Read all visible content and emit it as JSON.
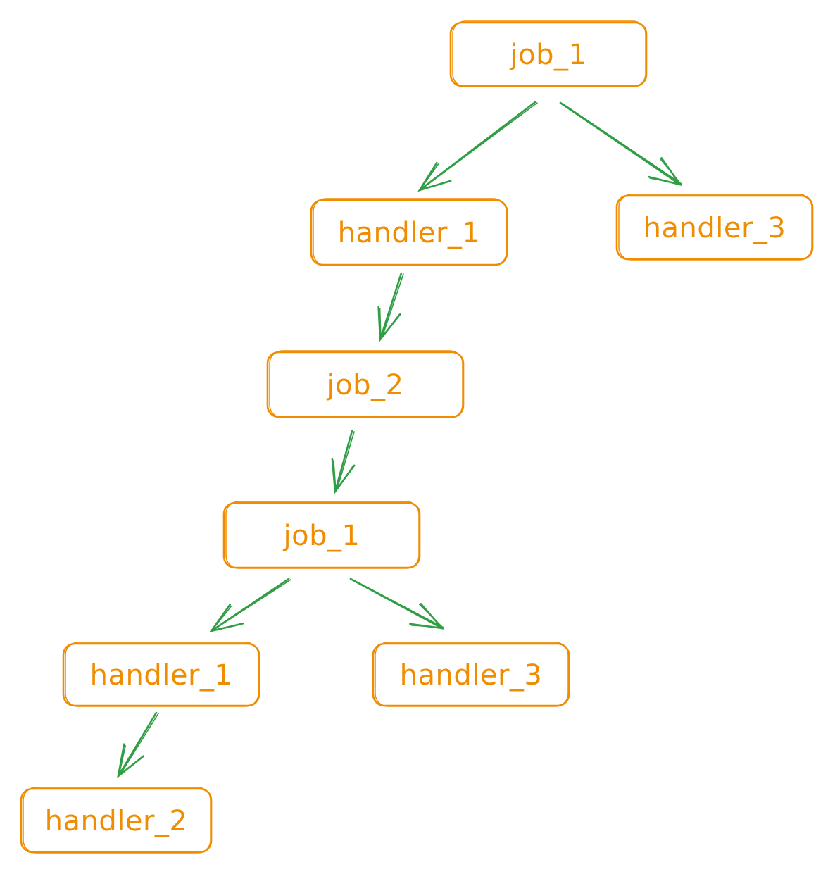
{
  "colors": {
    "node": "#f08c00",
    "edge": "#2f9e44",
    "background": "#ffffff"
  },
  "nodes": [
    {
      "id": "n0",
      "label": "job_1"
    },
    {
      "id": "n1",
      "label": "handler_1"
    },
    {
      "id": "n2",
      "label": "handler_3"
    },
    {
      "id": "n3",
      "label": "job_2"
    },
    {
      "id": "n4",
      "label": "job_1"
    },
    {
      "id": "n5",
      "label": "handler_1"
    },
    {
      "id": "n6",
      "label": "handler_3"
    },
    {
      "id": "n7",
      "label": "handler_2"
    }
  ],
  "edges": [
    {
      "from": "n0",
      "to": "n1"
    },
    {
      "from": "n0",
      "to": "n2"
    },
    {
      "from": "n1",
      "to": "n3"
    },
    {
      "from": "n3",
      "to": "n4"
    },
    {
      "from": "n4",
      "to": "n5"
    },
    {
      "from": "n4",
      "to": "n6"
    },
    {
      "from": "n5",
      "to": "n7"
    }
  ]
}
